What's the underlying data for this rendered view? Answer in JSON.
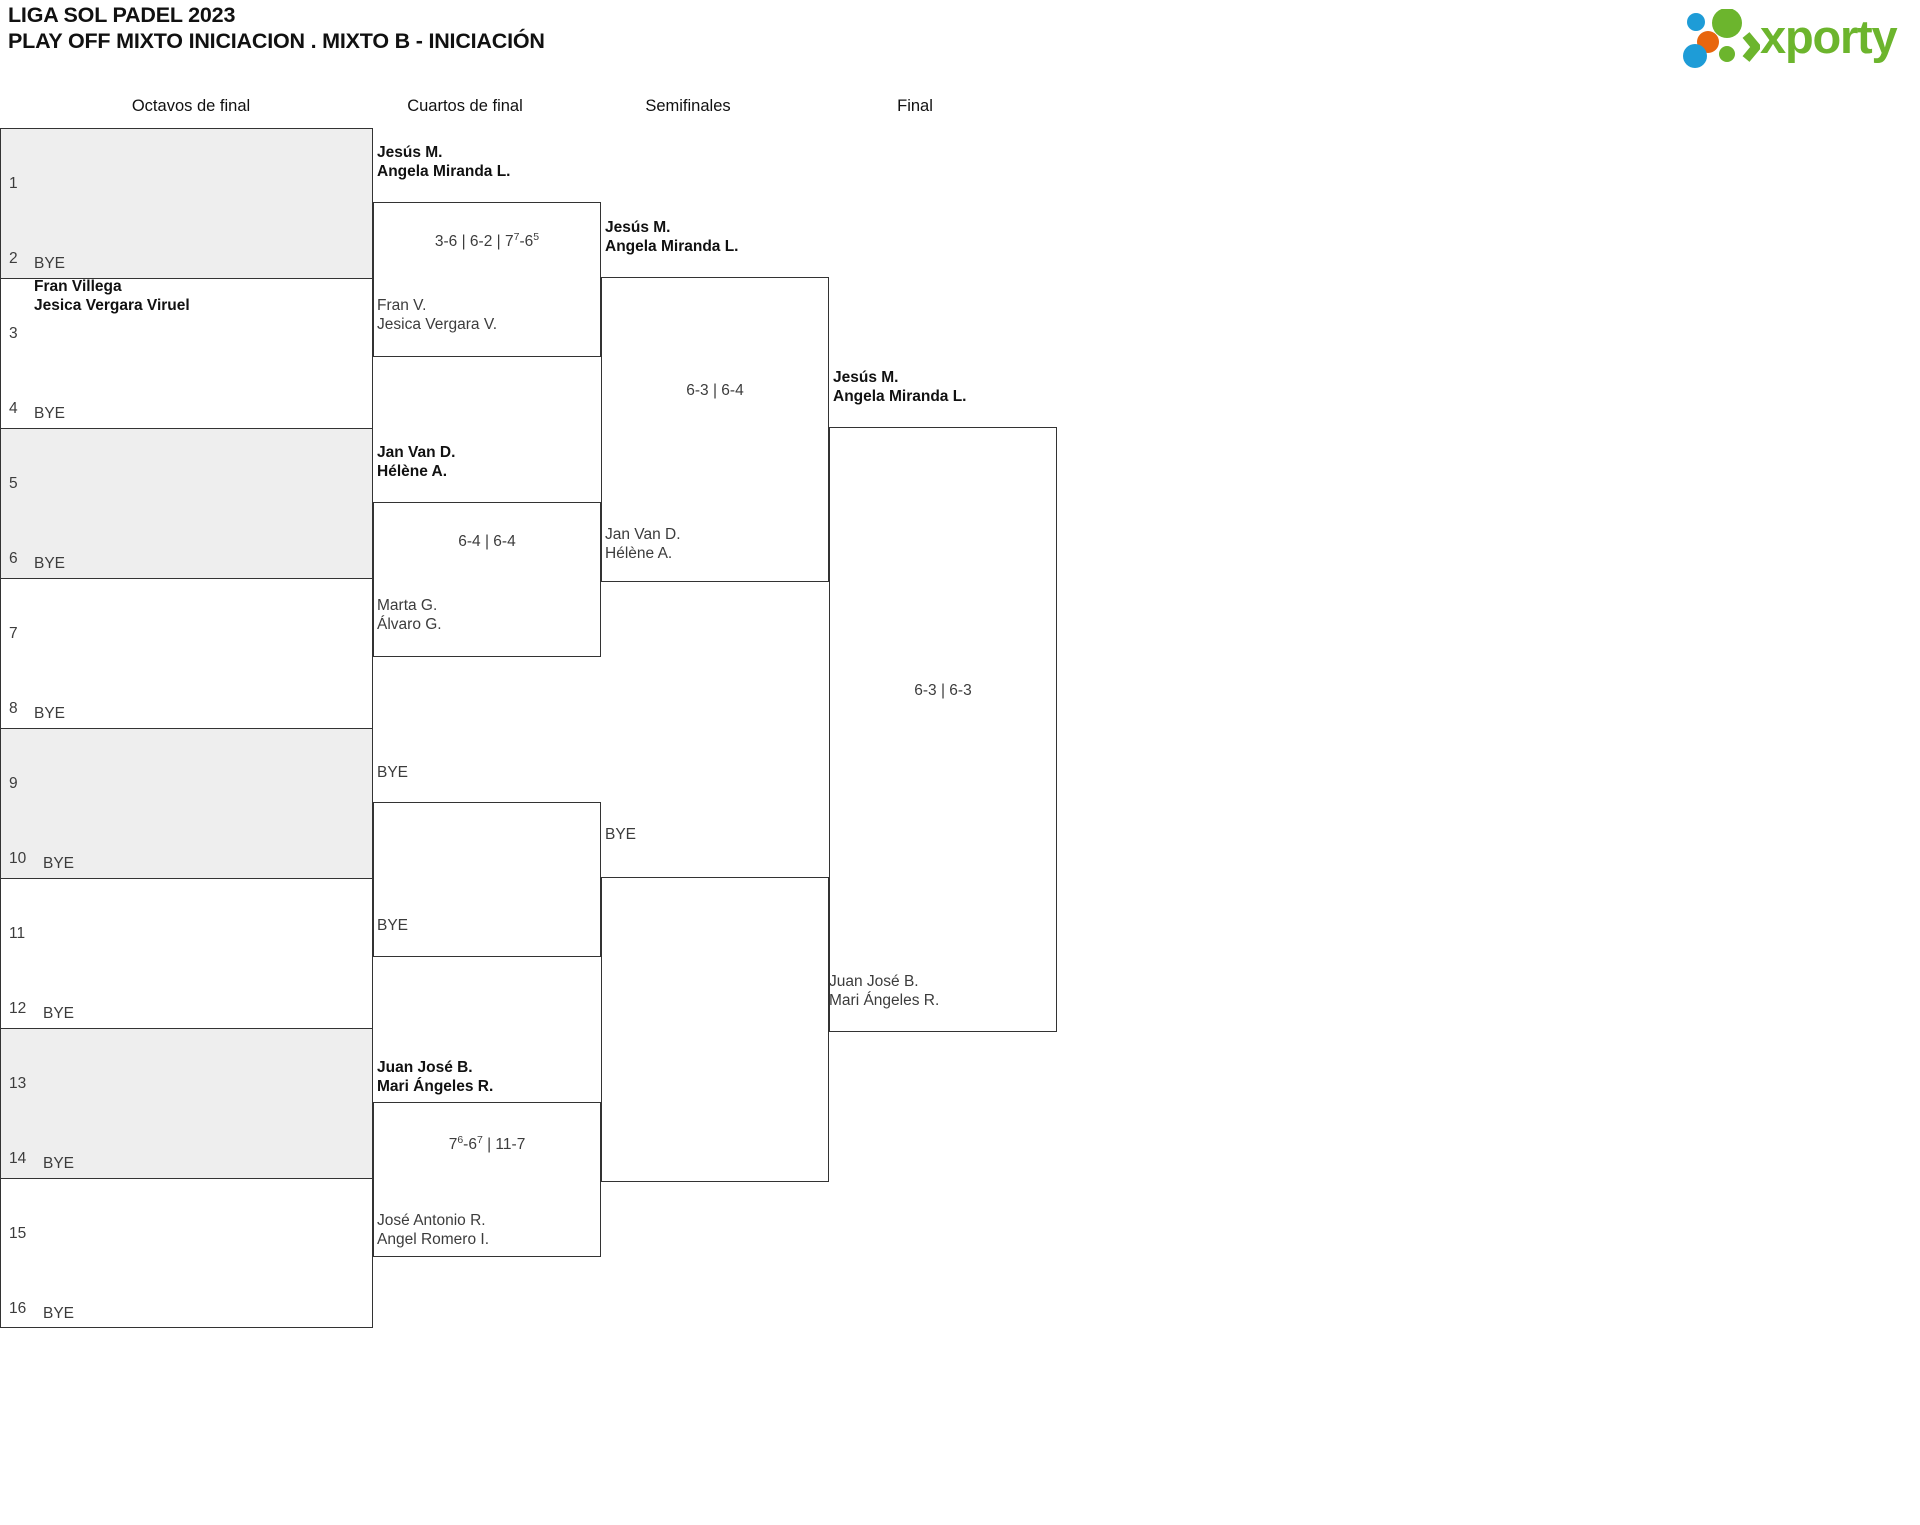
{
  "header": {
    "title_line1": "LIGA SOL PADEL 2023",
    "title_line2": "PLAY OFF MIXTO INICIACION . MIXTO B - INICIACIÓN",
    "logo_text": "xporty",
    "logo_colors": {
      "green": "#6cb52d",
      "blue": "#1e9cd7",
      "orange": "#e8650d"
    }
  },
  "rounds": [
    {
      "label": "Octavos de final"
    },
    {
      "label": "Cuartos de final"
    },
    {
      "label": "Semifinales"
    },
    {
      "label": "Final"
    }
  ],
  "round1": {
    "pairs": [
      {
        "shaded": true,
        "top": {
          "seed": "1",
          "name": "",
          "bold": true
        },
        "bottom": {
          "seed": "2",
          "name": "BYE",
          "bold": false
        }
      },
      {
        "shaded": false,
        "top": {
          "seed": "3",
          "name": "Fran Villega\nJesica Vergara Viruel",
          "bold": true
        },
        "bottom": {
          "seed": "4",
          "name": "BYE",
          "bold": false
        }
      },
      {
        "shaded": true,
        "top": {
          "seed": "5",
          "name": "",
          "bold": true
        },
        "bottom": {
          "seed": "6",
          "name": "BYE",
          "bold": false
        }
      },
      {
        "shaded": false,
        "top": {
          "seed": "7",
          "name": "",
          "bold": true
        },
        "bottom": {
          "seed": "8",
          "name": "BYE",
          "bold": false
        }
      },
      {
        "shaded": true,
        "top": {
          "seed": "9",
          "name": "",
          "bold": true
        },
        "bottom": {
          "seed": "10",
          "name": "BYE",
          "bold": false
        }
      },
      {
        "shaded": false,
        "top": {
          "seed": "11",
          "name": "",
          "bold": true
        },
        "bottom": {
          "seed": "12",
          "name": "BYE",
          "bold": false
        }
      },
      {
        "shaded": true,
        "top": {
          "seed": "13",
          "name": "",
          "bold": true
        },
        "bottom": {
          "seed": "14",
          "name": "BYE",
          "bold": false
        }
      },
      {
        "shaded": false,
        "top": {
          "seed": "15",
          "name": "",
          "bold": true
        },
        "bottom": {
          "seed": "16",
          "name": "BYE",
          "bold": false
        }
      }
    ]
  },
  "round2": {
    "matches": [
      {
        "top": {
          "name": "Jesús M.\nAngela Miranda L.",
          "bold": true
        },
        "bottom": {
          "name": "Fran V.\nJesica Vergara V.",
          "bold": false
        },
        "score_parts": [
          {
            "text": "3-6 | 6-2 | 7"
          },
          {
            "text": "7",
            "sup": true
          },
          {
            "text": "-6"
          },
          {
            "text": "5",
            "sup": true
          }
        ],
        "score_plain": "3-6 | 6-2 | 77-65"
      },
      {
        "top": {
          "name": "Jan Van D.\nHélène A.",
          "bold": true
        },
        "bottom": {
          "name": "Marta G.\nÁlvaro G.",
          "bold": false
        },
        "score_parts": [
          {
            "text": "6-4 | 6-4"
          }
        ],
        "score_plain": "6-4 | 6-4"
      },
      {
        "top": {
          "name": "BYE",
          "bold": false
        },
        "bottom": {
          "name": "BYE",
          "bold": false
        },
        "score_parts": [],
        "score_plain": ""
      },
      {
        "top": {
          "name": "Juan José B.\nMari Ángeles R.",
          "bold": true
        },
        "bottom": {
          "name": "José Antonio R.\nAngel Romero I.",
          "bold": false
        },
        "score_parts": [
          {
            "text": "7"
          },
          {
            "text": "6",
            "sup": true
          },
          {
            "text": "-6"
          },
          {
            "text": "7",
            "sup": true
          },
          {
            "text": " | 11-7"
          }
        ],
        "score_plain": "76-67 | 11-7"
      }
    ]
  },
  "round3": {
    "matches": [
      {
        "top": {
          "name": "Jesús M.\nAngela Miranda L.",
          "bold": true
        },
        "bottom": {
          "name": "Jan Van D.\nHélène A.",
          "bold": false
        },
        "score_parts": [
          {
            "text": "6-3 | 6-4"
          }
        ],
        "score_plain": "6-3 | 6-4"
      },
      {
        "top": {
          "name": "BYE",
          "bold": false
        },
        "bottom": {
          "name": "Juan José B.\nMari Ángeles R.",
          "bold": false
        },
        "score_parts": [],
        "score_plain": ""
      }
    ]
  },
  "round4": {
    "matches": [
      {
        "top": {
          "name": "Jesús M.\nAngela Miranda L.",
          "bold": true
        },
        "bottom": {
          "name": "Juan José B.\nMari Ángeles R.",
          "bold": false
        },
        "score_parts": [
          {
            "text": "6-3 | 6-3"
          }
        ],
        "score_plain": "6-3 | 6-3"
      }
    ]
  }
}
